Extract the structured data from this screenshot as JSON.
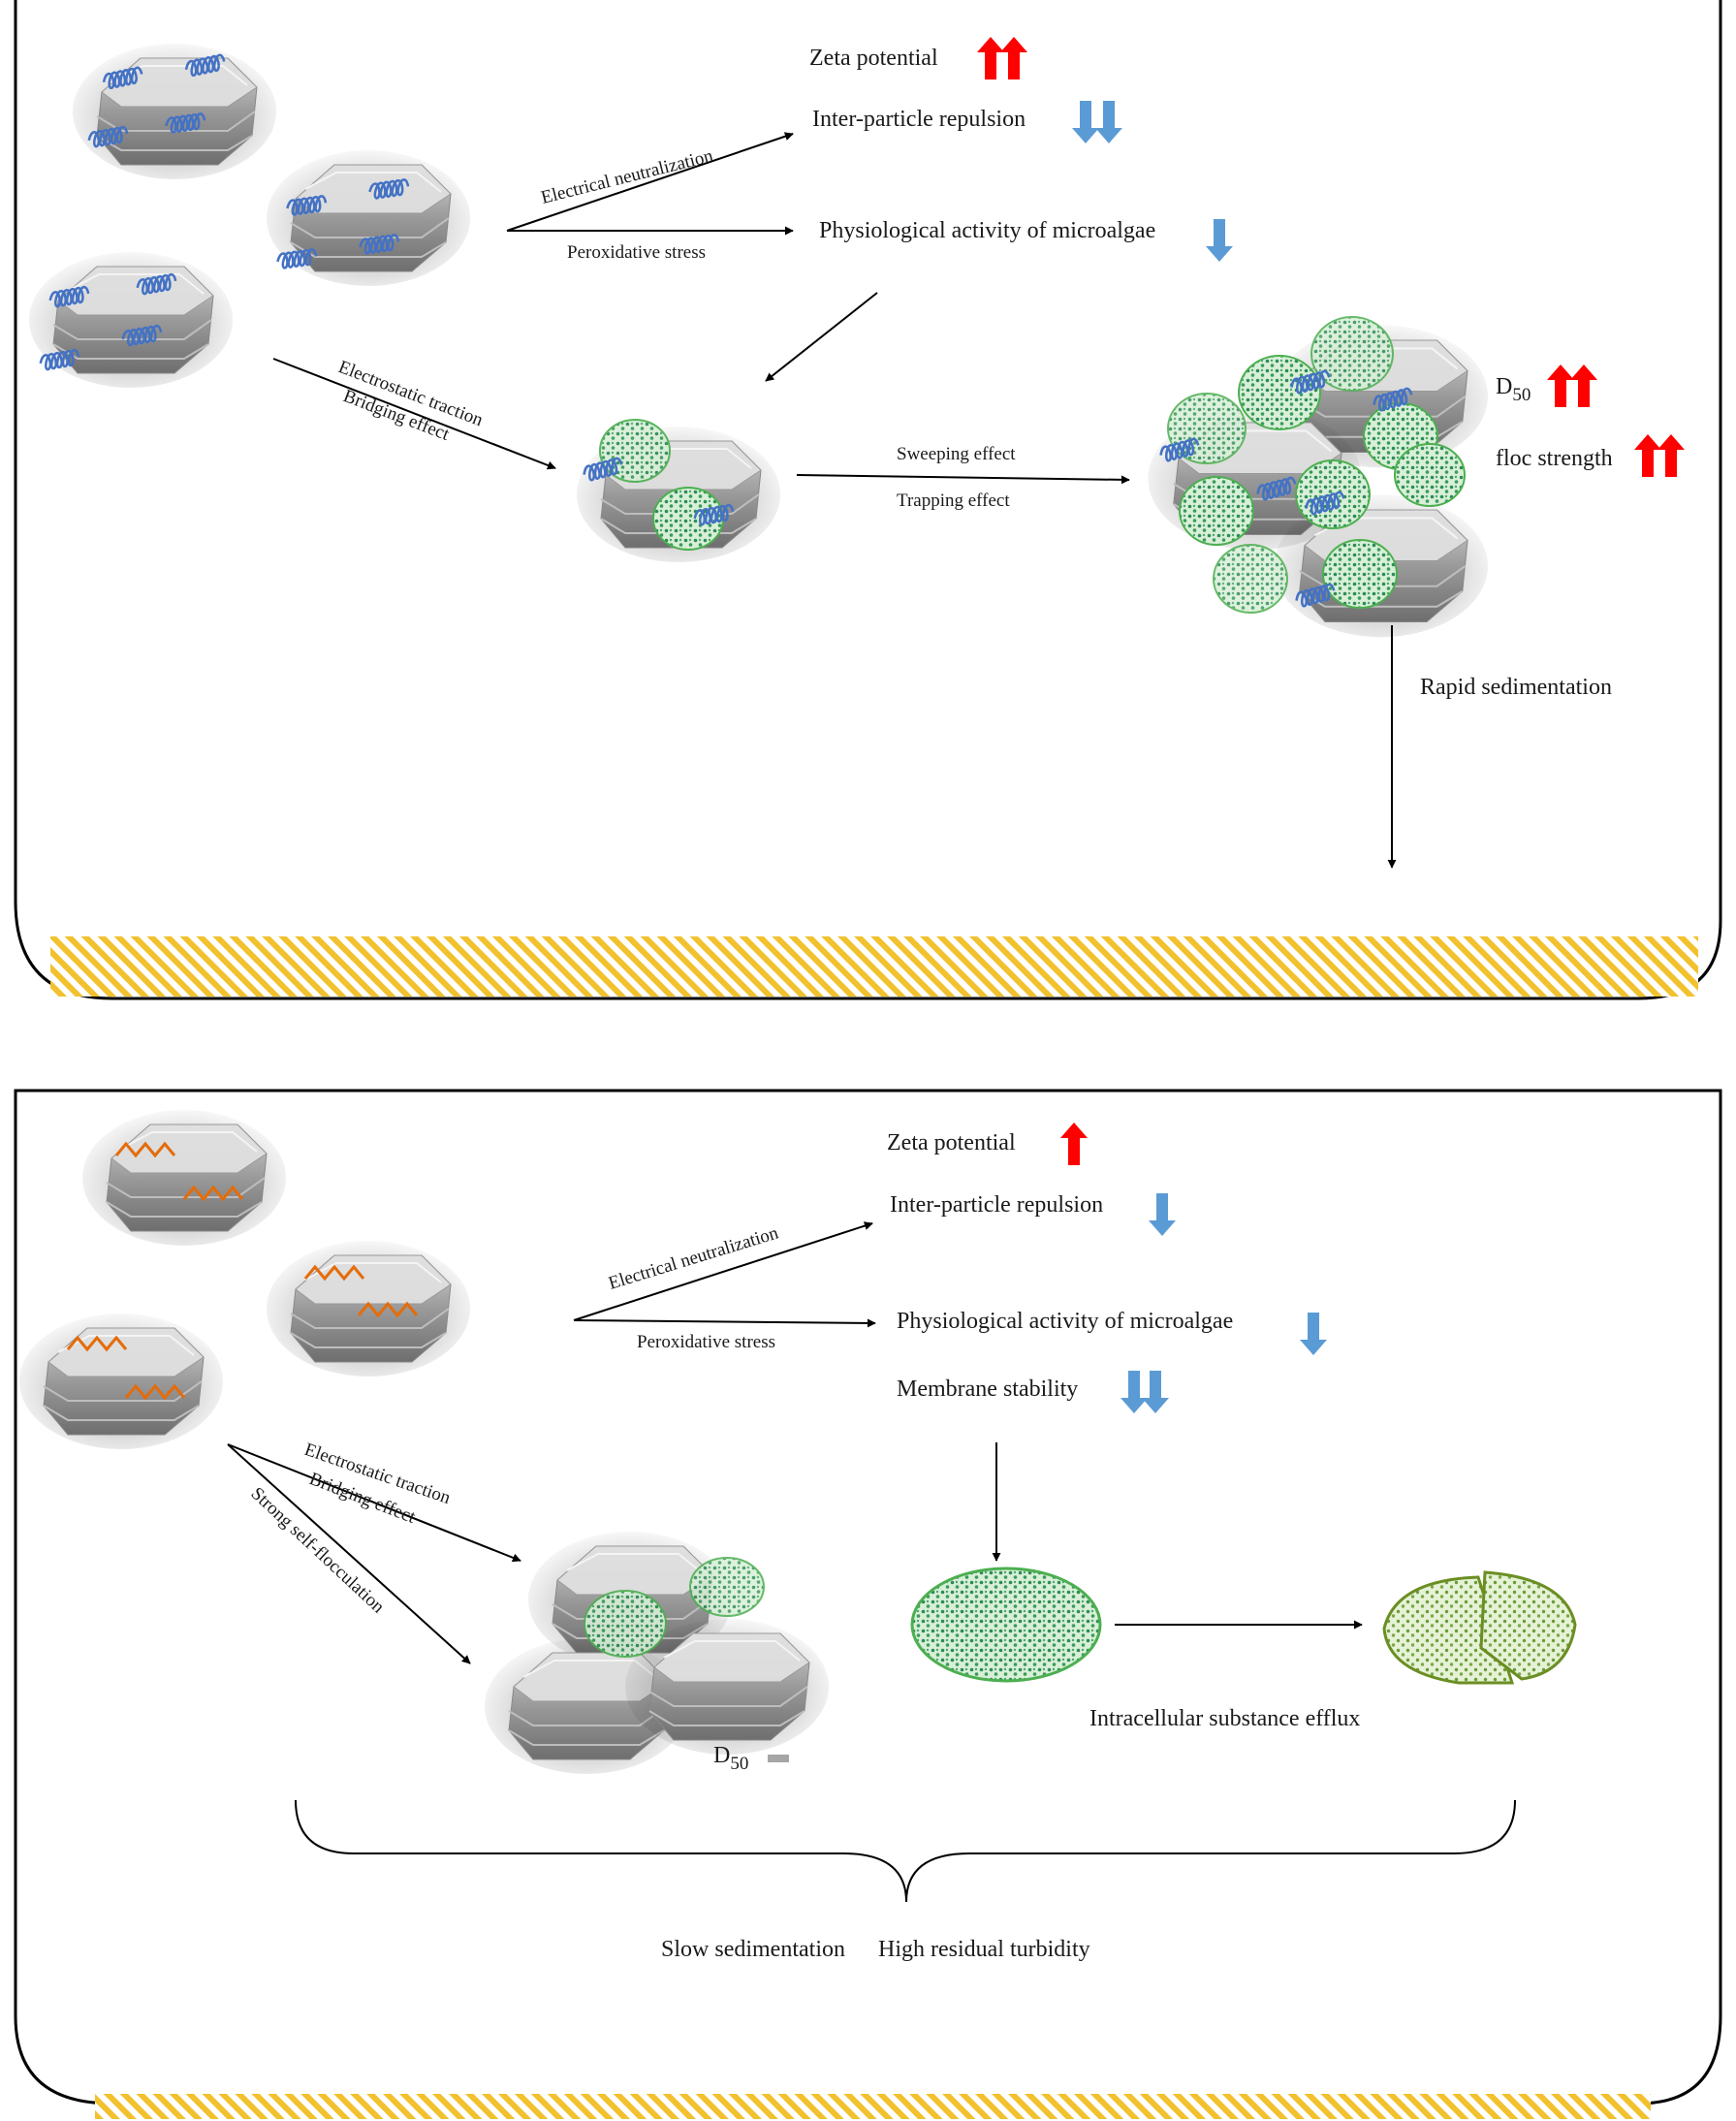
{
  "panel_top": {
    "zeta_label": "Zeta potential",
    "repulsion_label": "Inter-particle repulsion",
    "physio_label": "Physiological activity of microalgae",
    "elec_neutral_label": "Electrical neutralization",
    "peroxidative_label": "Peroxidative stress",
    "electrostatic_label": "Electrostatic traction",
    "bridging_label": "Bridging effect",
    "sweeping_label": "Sweeping effect",
    "trapping_label": "Trapping effect",
    "d50_main": "D",
    "d50_sub": "50",
    "floc_label": "floc strength",
    "sediment_label": "Rapid sedimentation"
  },
  "panel_bottom": {
    "zeta_label": "Zeta potential",
    "repulsion_label": "Inter-particle repulsion",
    "physio_label": "Physiological activity of microalgae",
    "membrane_label": "Membrane stability",
    "elec_neutral_label": "Electrical neutralization",
    "peroxidative_label": "Peroxidative stress",
    "electrostatic_label": "Electrostatic traction",
    "bridging_label": "Bridging effect",
    "self_floc_label": "Strong self-flocculation",
    "d50_main": "D",
    "d50_sub": "50",
    "efflux_label": "Intracellular substance efflux",
    "slow_sed_label": "Slow sedimentation",
    "turbidity_label": "High residual turbidity"
  },
  "colors": {
    "increase_arrow": "#ff0000",
    "decrease_arrow": "#5b9bd5",
    "polymer_top": "#4472c4",
    "polymer_bottom": "#e46c0a",
    "algae_fill": "#c6e8c6",
    "algae_dot": "#2e8b57",
    "sediment_hatch": "#f2c12e",
    "neutral_marker": "#a6a6a6"
  },
  "icons": [
    "clay-particle-icon",
    "algae-cell-icon",
    "polymer-coil-icon",
    "polymer-zigzag-icon",
    "broken-cell-icon"
  ]
}
